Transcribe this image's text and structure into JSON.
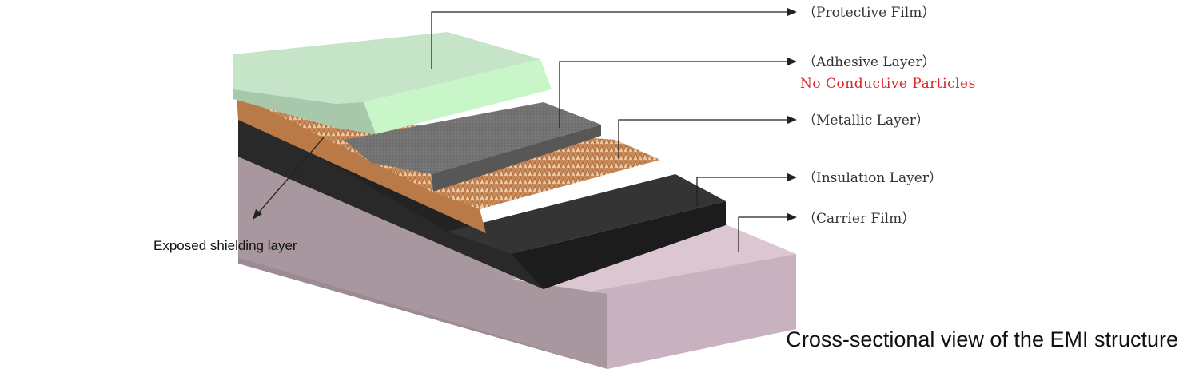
{
  "labels": {
    "protective_film": "（Protective Film）",
    "adhesive_layer": "（Adhesive Layer）",
    "adhesive_note": "No Conductive Particles",
    "metallic_layer": "（Metallic Layer）",
    "insulation_layer": "（Insulation Layer）",
    "carrier_film": "（Carrier Film）",
    "exposed_shielding": "Exposed shielding layer"
  },
  "caption": "Cross-sectional view of the EMI structure",
  "colors": {
    "protective_film": "#c6e4c8",
    "adhesive_layer": "#6e6e6e",
    "metallic_layer": "#c98a58",
    "insulation_layer": "#2c2c2c",
    "carrier_film": "#d8bccb",
    "annotation_red": "#e02424"
  }
}
